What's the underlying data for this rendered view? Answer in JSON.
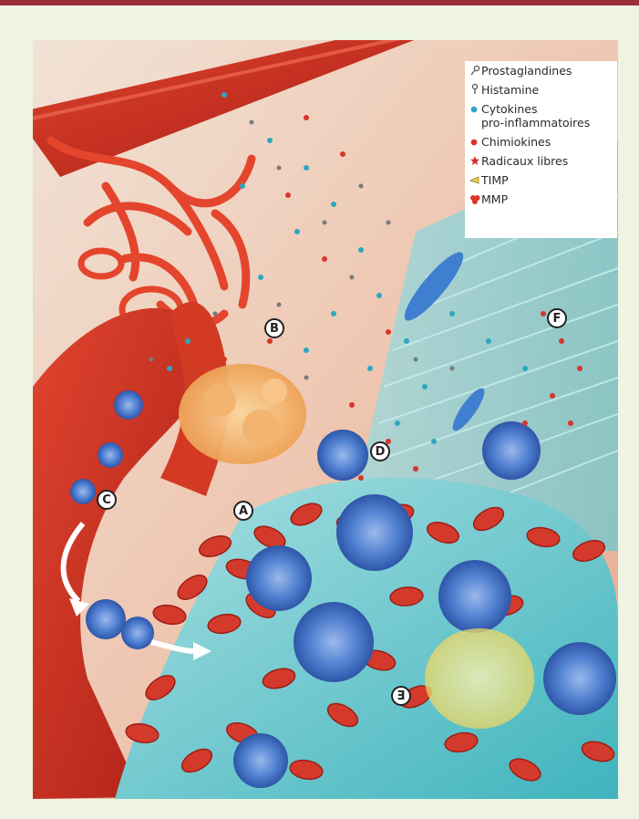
{
  "legend": {
    "items": [
      {
        "label": "Prostaglandines",
        "icon": "prostaglandin-icon",
        "color": "#555555"
      },
      {
        "label": "Histamine",
        "icon": "histamine-icon",
        "color": "#555555"
      },
      {
        "label": "Cytokines\npro-inflammatoires",
        "icon": "cytokine-icon",
        "color": "#2fa6c2"
      },
      {
        "label": "Chimiokines",
        "icon": "chemokine-icon",
        "color": "#d8352a"
      },
      {
        "label": "Radicaux libres",
        "icon": "free-radical-icon",
        "color": "#d22d2d"
      },
      {
        "label": "TIMP",
        "icon": "timp-icon",
        "color": "#e8d24a"
      },
      {
        "label": "MMP",
        "icon": "mmp-icon",
        "color": "#d9362c"
      }
    ]
  },
  "markers": [
    "B",
    "F",
    "D",
    "C",
    "A",
    "E"
  ],
  "colors": {
    "frame_rule": "#9b2d3a",
    "background": "#eef3e2",
    "vessel": "#c8281c",
    "tissue": "#58c3c9",
    "red_cell": "#d43a2c",
    "leukocyte": "#3d6fc4",
    "mast_cell": "#f0a04a"
  }
}
